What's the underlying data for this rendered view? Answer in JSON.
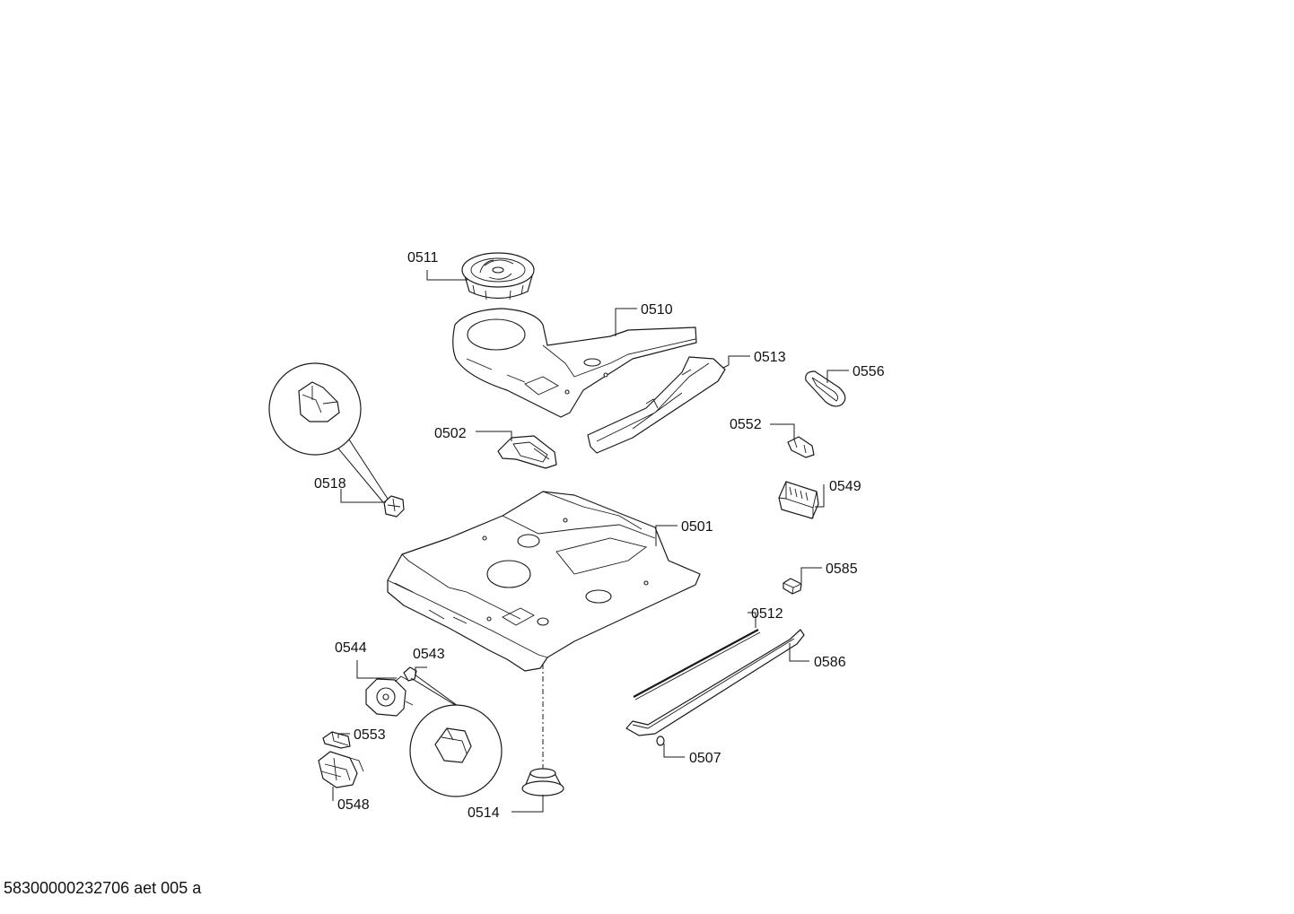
{
  "diagram": {
    "kind": "exploded-parts-view",
    "line_color": "#1a1a1a",
    "background": "#ffffff",
    "callouts": {
      "p0511": "0511",
      "p0510": "0510",
      "p0513": "0513",
      "p0556": "0556",
      "p0502": "0502",
      "p0552": "0552",
      "p0518": "0518",
      "p0549": "0549",
      "p0501": "0501",
      "p0585": "0585",
      "p0512": "0512",
      "p0544": "0544",
      "p0543": "0543",
      "p0586": "0586",
      "p0553": "0553",
      "p0507": "0507",
      "p0548": "0548",
      "p0514": "0514"
    }
  },
  "footer": {
    "drawing_id": "58300000232706 aet 005 a"
  }
}
